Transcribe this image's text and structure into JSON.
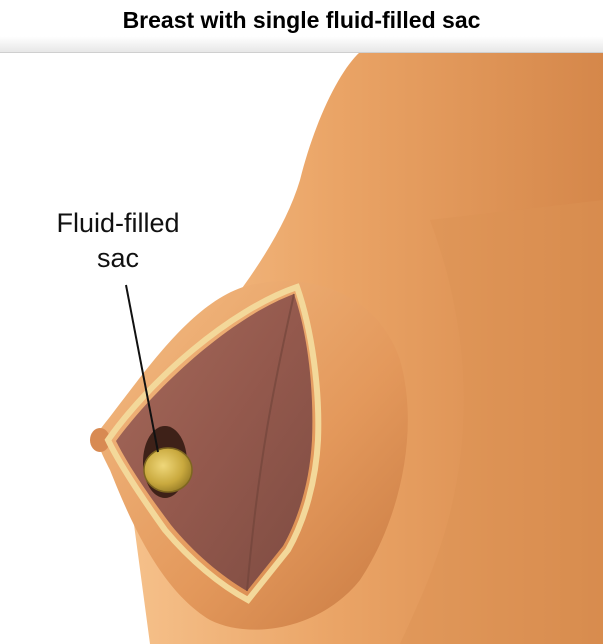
{
  "title": "Breast with single fluid-filled sac",
  "labels": {
    "fluid_sac_line1": "Fluid-filled",
    "fluid_sac_line2": "sac"
  },
  "colors": {
    "skin_light": "#f2b47c",
    "skin_mid": "#e49a60",
    "skin_dark": "#c9783f",
    "tissue": "#9c6356",
    "tissue_dark": "#7a4a40",
    "outline": "#f3d89a",
    "sac": "#c8a93a"
  }
}
